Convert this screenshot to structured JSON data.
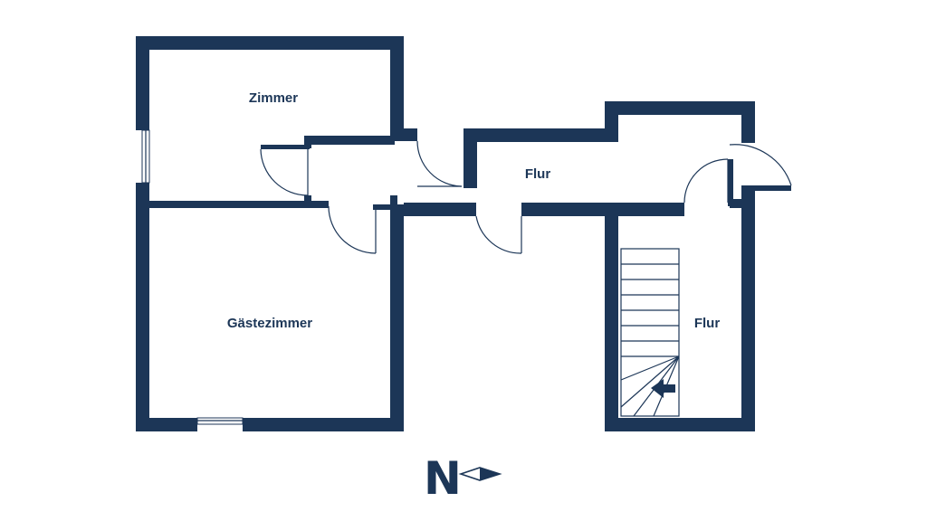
{
  "rooms": {
    "zimmer": "Zimmer",
    "gaestezimmer": "Gästezimmer",
    "flur_main": "Flur",
    "flur_stair": "Flur"
  },
  "compass": {
    "letter": "N",
    "icon": "north-arrow-icon"
  },
  "colors": {
    "wall": "#1c3657",
    "background": "#ffffff"
  }
}
